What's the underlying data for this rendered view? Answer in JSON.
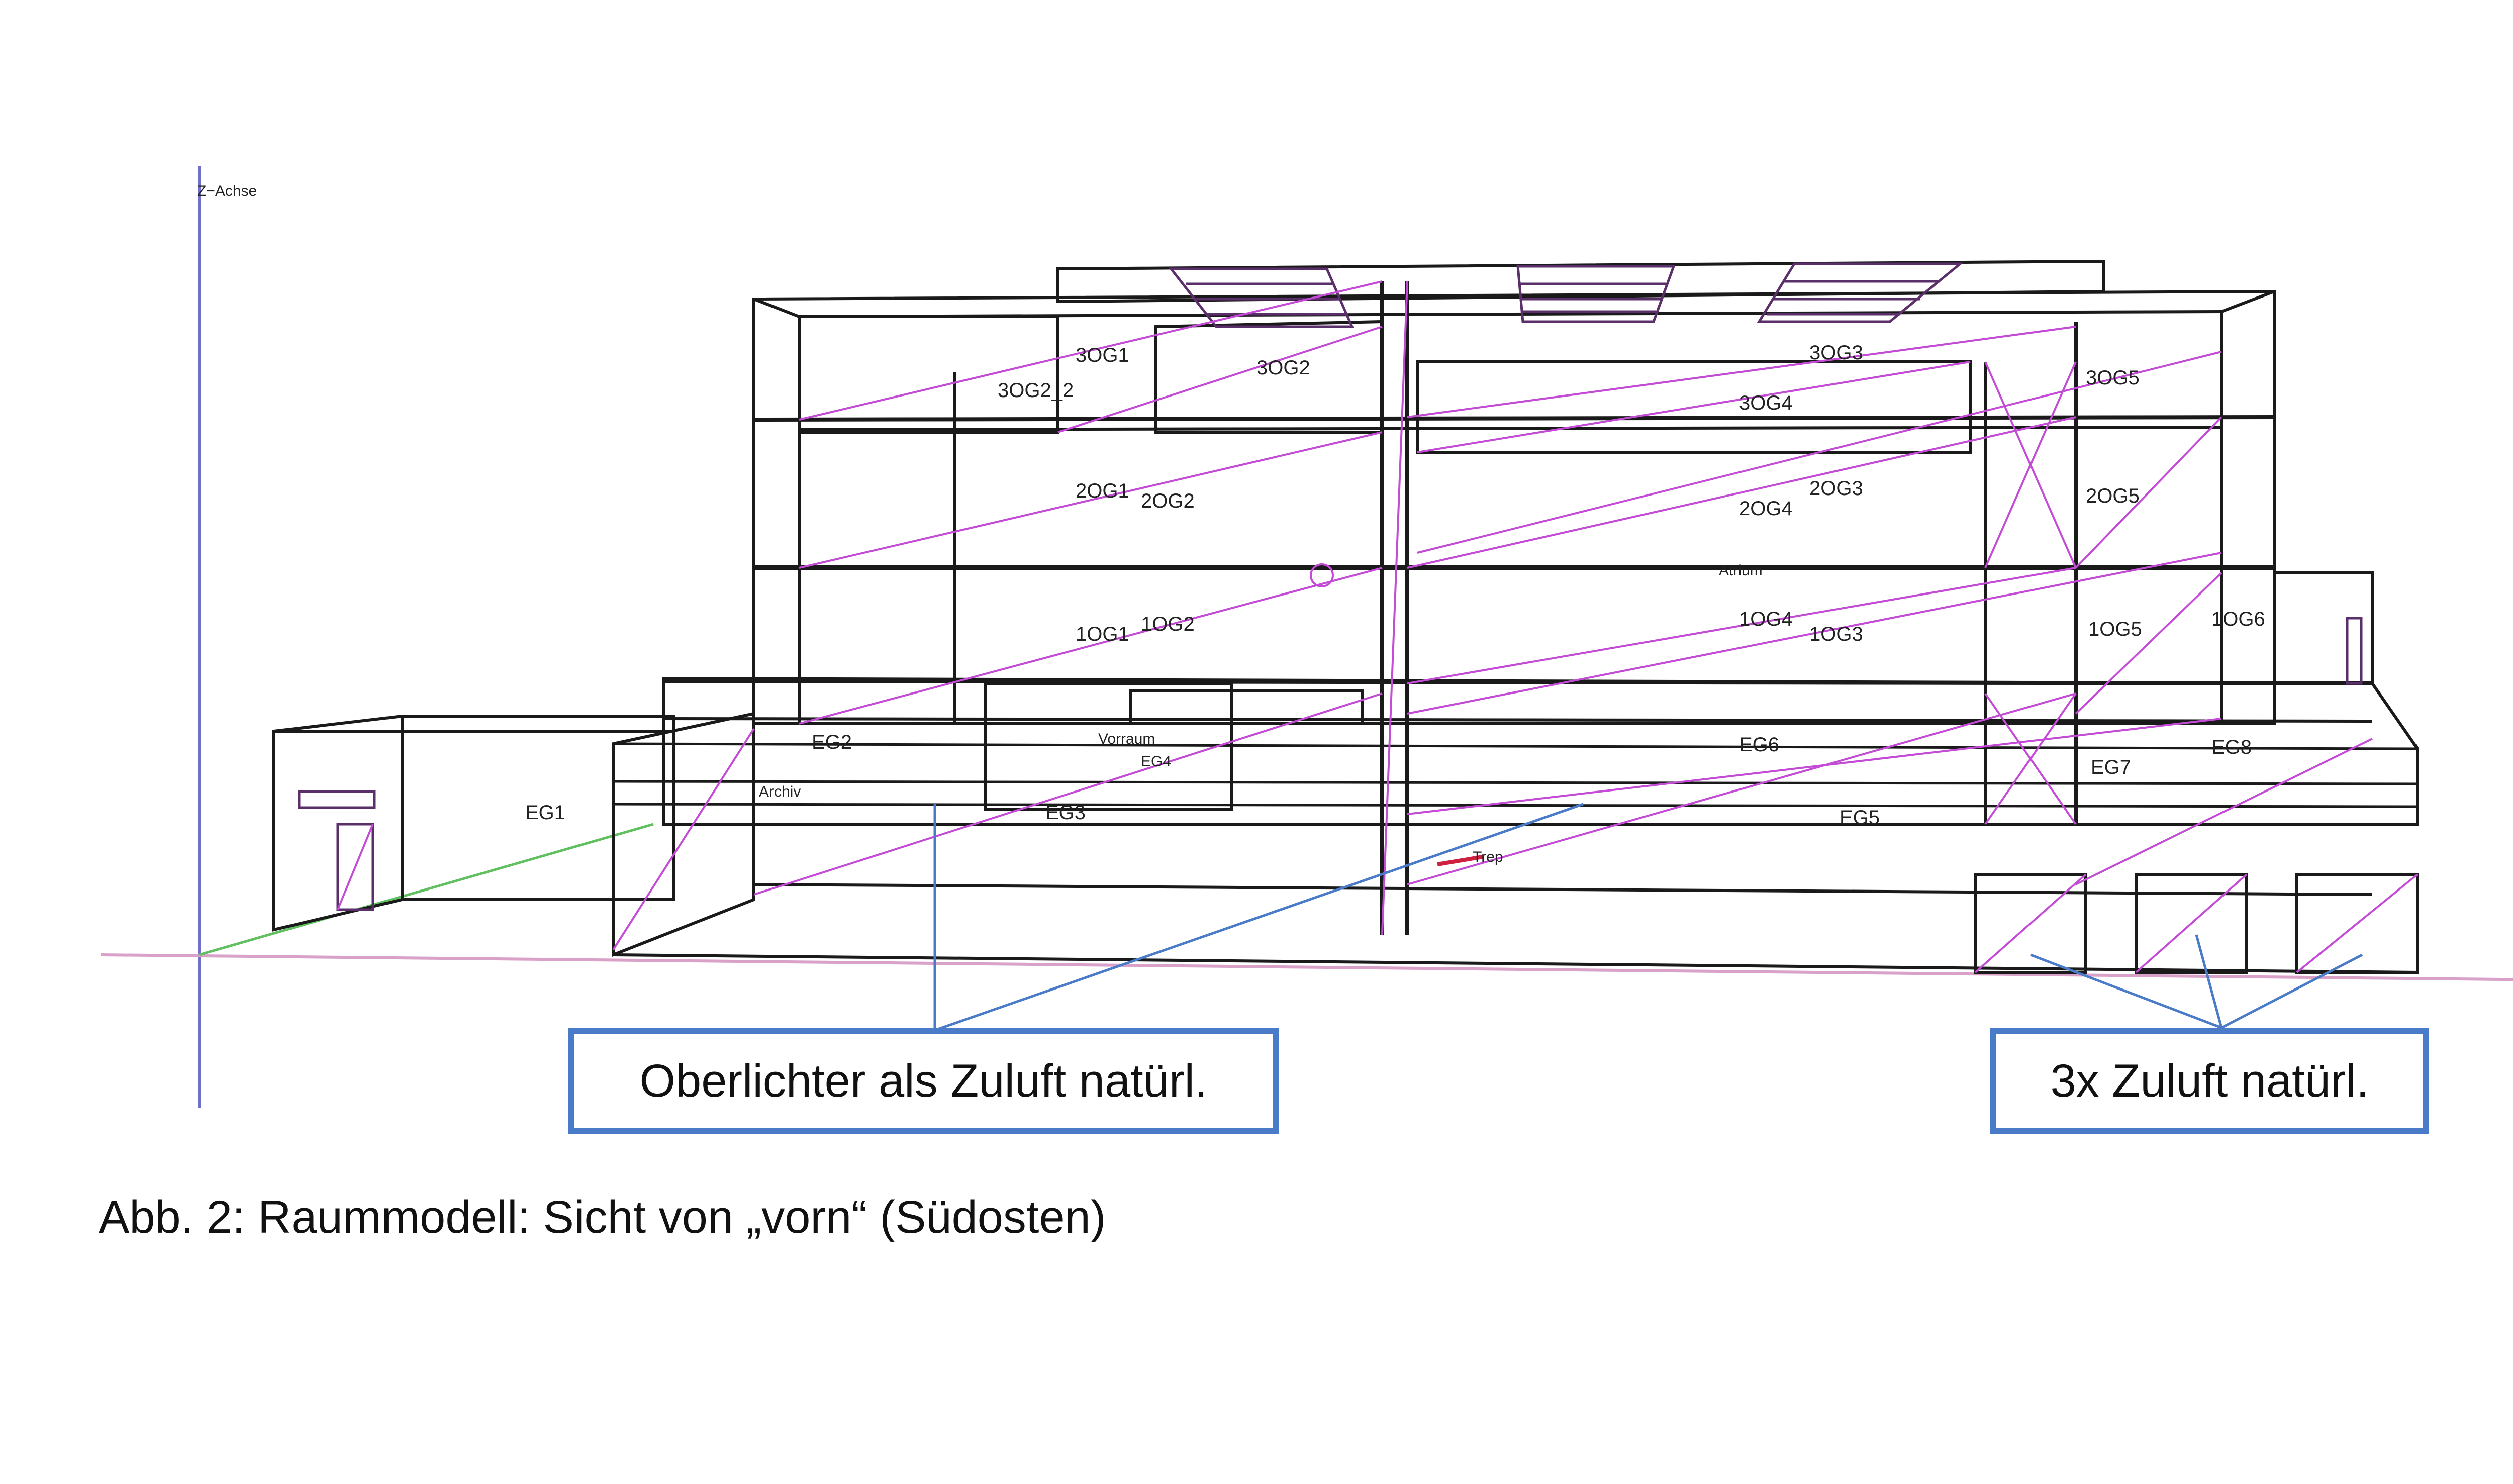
{
  "axis_label": "Z−Achse",
  "room_labels": {
    "og3_1": "3OG1",
    "og3_2": "3OG2",
    "og3_2_2": "3OG2_2",
    "og3_3": "3OG3",
    "og3_4": "3OG4",
    "og3_5": "3OG5",
    "og2_1": "2OG1",
    "og2_2": "2OG2",
    "og2_3": "2OG3",
    "og2_4": "2OG4",
    "og2_5": "2OG5",
    "og1_1": "1OG1",
    "og1_2": "1OG2",
    "og1_3": "1OG3",
    "og1_4": "1OG4",
    "og1_5": "1OG5",
    "og1_6": "1OG6",
    "eg1": "EG1",
    "eg2": "EG2",
    "eg3": "EG3",
    "eg5": "EG5",
    "eg6": "EG6",
    "eg7": "EG7",
    "eg8": "EG8",
    "atrium": "Atrium",
    "vorraum": "Vorraum",
    "eg_vor": "EG4",
    "archiv": "Archiv",
    "treppe": "Trep"
  },
  "callouts": {
    "oberlichter": "Oberlichter als Zuluft natürl.",
    "zuluft": "3x Zuluft natürl."
  },
  "caption": "Abb. 2: Raummodell: Sicht von „vorn“ (Südosten)",
  "colors": {
    "structure": "#1a1a1a",
    "diagonal": "#c44bd6",
    "callout": "#4a7bc8",
    "x_axis": "#d9a0c8",
    "green_axis": "#60c060"
  }
}
